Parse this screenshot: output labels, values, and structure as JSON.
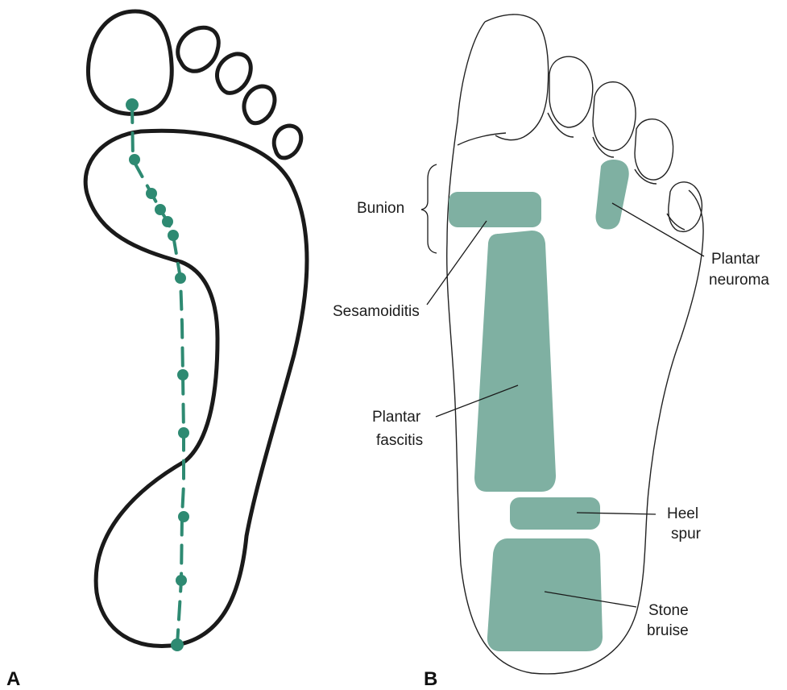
{
  "panels": {
    "a": {
      "letter": "A"
    },
    "b": {
      "letter": "B"
    }
  },
  "labels": {
    "bunion": "Bunion",
    "sesamoiditis": "Sesamoiditis",
    "plantar_neuroma_line1": "Plantar",
    "plantar_neuroma_line2": "neuroma",
    "plantar_fascitis_line1": "Plantar",
    "plantar_fascitis_line2": "fascitis",
    "heel_spur_line1": "Heel",
    "heel_spur_line2": "spur",
    "stone_bruise_line1": "Stone",
    "stone_bruise_line2": "bruise"
  },
  "colors": {
    "zone_fill": "#7fb0a2",
    "path_green": "#2e8a72",
    "outline": "#1a1a1a"
  }
}
